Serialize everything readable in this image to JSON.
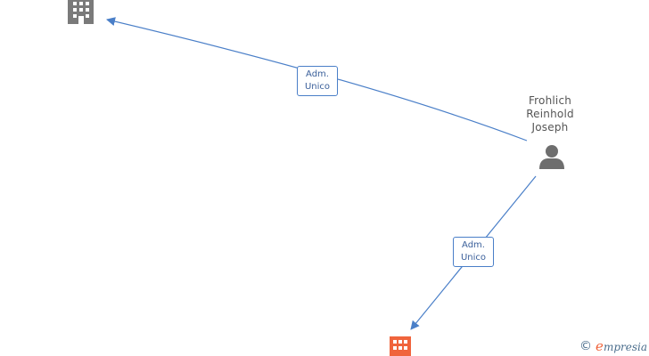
{
  "colors": {
    "edge": "#4a7fc8",
    "building_gray": "#7a7a7a",
    "building_highlight": "#f0643c",
    "person": "#6e6e6e"
  },
  "nodes": {
    "person": {
      "label_lines": [
        "Frohlich",
        "Reinhold",
        "Joseph"
      ],
      "icon": "person-icon"
    },
    "company_top": {
      "icon": "building-icon"
    },
    "company_bottom": {
      "icon": "building-icon"
    }
  },
  "edges": [
    {
      "label_lines": [
        "Adm.",
        "Unico"
      ]
    },
    {
      "label_lines": [
        "Adm.",
        "Unico"
      ]
    }
  ],
  "watermark": {
    "copyright_symbol": "©",
    "brand_initial": "e",
    "brand_rest": "mpresia"
  }
}
